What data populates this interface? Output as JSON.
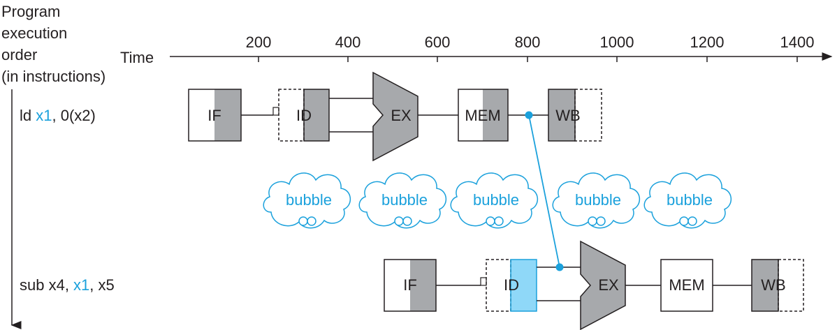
{
  "header": {
    "order_lines": [
      "Program",
      "execution",
      "order",
      "(in instructions)"
    ],
    "time_label": "Time",
    "ticks": [
      "200",
      "400",
      "600",
      "800",
      "1000",
      "1200",
      "1400"
    ]
  },
  "instructions": [
    {
      "mnemonic": "ld ",
      "reg": "x1",
      "rest": ", 0(x2)"
    },
    {
      "mnemonic": "sub x4, ",
      "reg": "x1",
      "rest": ", x5"
    }
  ],
  "stages": {
    "if": "IF",
    "id": "ID",
    "ex": "EX",
    "mem": "MEM",
    "wb": "WB"
  },
  "bubble_label": "bubble",
  "colors": {
    "accent": "#1ba1dc",
    "shade": "#a7a9ac",
    "id_highlight": "#8fd8f8",
    "ink": "#231f20"
  }
}
